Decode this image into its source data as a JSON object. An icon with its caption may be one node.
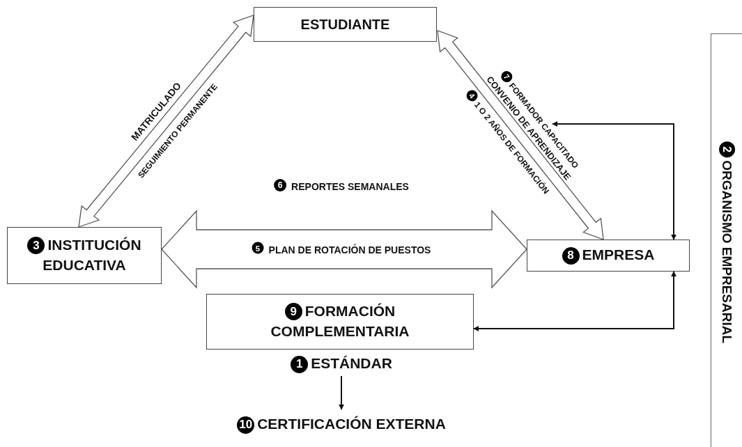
{
  "diagram": {
    "nodes": [
      {
        "text": [
          "ESTUDIANTE"
        ]
      },
      {
        "text": [
          "3",
          "INSTITUCIÓN EDUCATIVA"
        ]
      },
      {
        "text": [
          "8",
          "EMPRESA"
        ]
      },
      {
        "text": [
          "9",
          "FORMACIÓN COMPLEMENTARIA"
        ]
      },
      {
        "text": [
          "1",
          "ESTÁNDAR"
        ]
      },
      {
        "text": [
          "10",
          "CERTIFICACIÓN EXTERNA"
        ]
      },
      {
        "text": [
          "2",
          "ORGANISMO EMPRESARIAL"
        ]
      },
      {
        "text": [
          "7",
          "FORMADOR CAPACITADO"
        ]
      },
      {
        "text": [
          "4",
          "1 O 2 AÑOS DE FORMACIÓN"
        ]
      }
    ],
    "edges": [
      {
        "from": 1,
        "to": 0,
        "arrow": "both",
        "label": "MATRICULADO"
      },
      {
        "from": 0,
        "to": 2,
        "arrow": "both",
        "label": "CONVENIO DE APRENDIZAJE"
      },
      {
        "from": 1,
        "to": 2,
        "arrow": "both",
        "label": "PLAN DE ROTACIÓN DE PUESTOS"
      },
      {
        "from": 7,
        "to": 2,
        "arrow": "both"
      },
      {
        "from": 2,
        "to": 3,
        "arrow": "both"
      },
      {
        "from": 4,
        "to": 5,
        "arrow": "to"
      }
    ],
    "labels": [
      "SEGUIMIENTO PERMANENTE",
      "6",
      "REPORTES SEMANALES",
      "5"
    ]
  }
}
